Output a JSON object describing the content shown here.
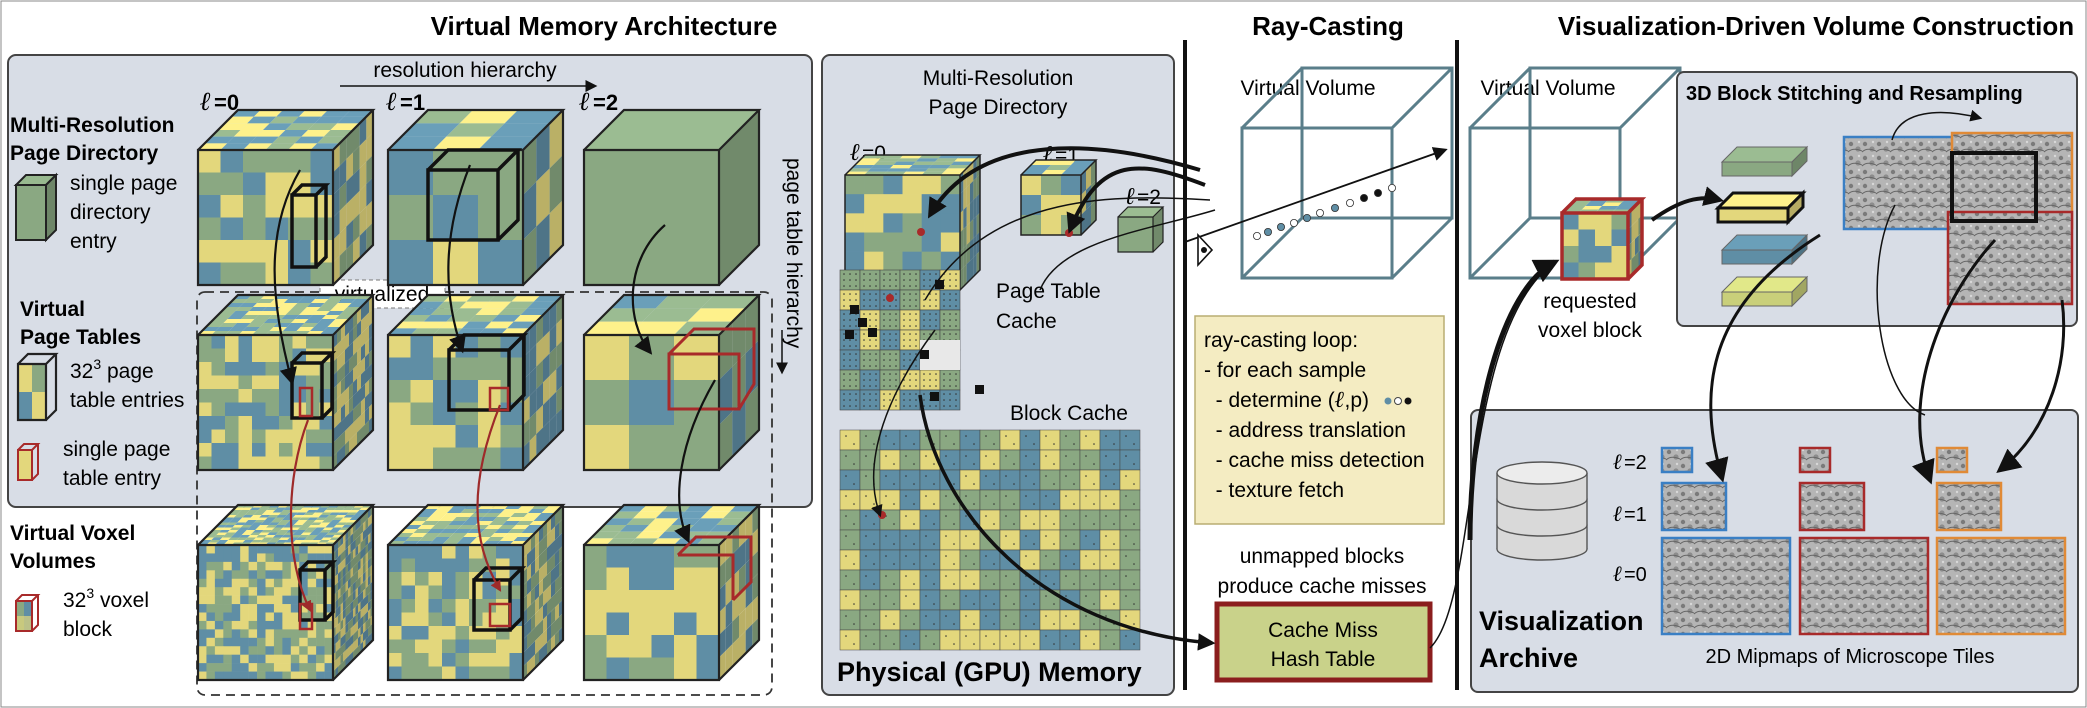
{
  "colors": {
    "green": "#8aa882",
    "yellow": "#e3d77c",
    "blue": "#5f8ea5",
    "panel": "#d8dde6",
    "note": "#f4ecc2",
    "red": "#a82a2a",
    "blue_frame": "#3a7fc4",
    "orange_frame": "#e08a36"
  },
  "sections": {
    "vma": "Virtual Memory Architecture",
    "raycasting": "Ray-Casting",
    "vdvc": "Visualization-Driven Volume Construction"
  },
  "vma": {
    "resolution_hierarchy": "resolution  hierarchy",
    "page_table_hierarchy": "page table hierarchy",
    "virtualized": "virtualized",
    "levels": [
      "=0",
      "=1",
      "=2"
    ],
    "mrpd_title": [
      "Multi-Resolution",
      "Page Directory"
    ],
    "mrpd_desc": [
      "single page",
      "directory",
      "entry"
    ],
    "vpt_title": [
      "Virtual",
      "Page Tables"
    ],
    "vpt_desc": [
      "32",
      "3",
      " page",
      "table entries"
    ],
    "spte_desc": [
      "single page",
      "table entry"
    ],
    "vvv_title": [
      "Virtual Voxel",
      "Volumes"
    ],
    "vvv_desc": [
      "32",
      "3",
      " voxel",
      "block"
    ]
  },
  "gpu": {
    "mrpd_title": [
      "Multi-Resolution",
      "Page Directory"
    ],
    "levels": [
      "=0",
      "=1",
      "=2"
    ],
    "ptc": [
      "Page Table",
      "Cache"
    ],
    "block_cache": "Block Cache",
    "footer": "Physical (GPU) Memory"
  },
  "ray": {
    "virtual_volume": "Virtual Volume",
    "loop": [
      "ray-casting loop:",
      "- for each sample",
      "  - determine (",
      "  - address translation",
      "  - cache miss detection",
      "  - texture fetch"
    ],
    "loop_sym": ",p)",
    "unmapped": [
      "unmapped blocks",
      "produce cache misses"
    ],
    "cmht": [
      "Cache Miss",
      "Hash Table"
    ]
  },
  "vdvc": {
    "virtual_volume": "Virtual Volume",
    "requested": [
      "requested",
      "voxel block"
    ],
    "stitch": "3D Block Stitching and Resampling",
    "levels": [
      "=2",
      "=1",
      "=0"
    ],
    "archive": [
      "Visualization",
      "Archive"
    ],
    "mipmaps": "2D Mipmaps of Microscope Tiles"
  }
}
